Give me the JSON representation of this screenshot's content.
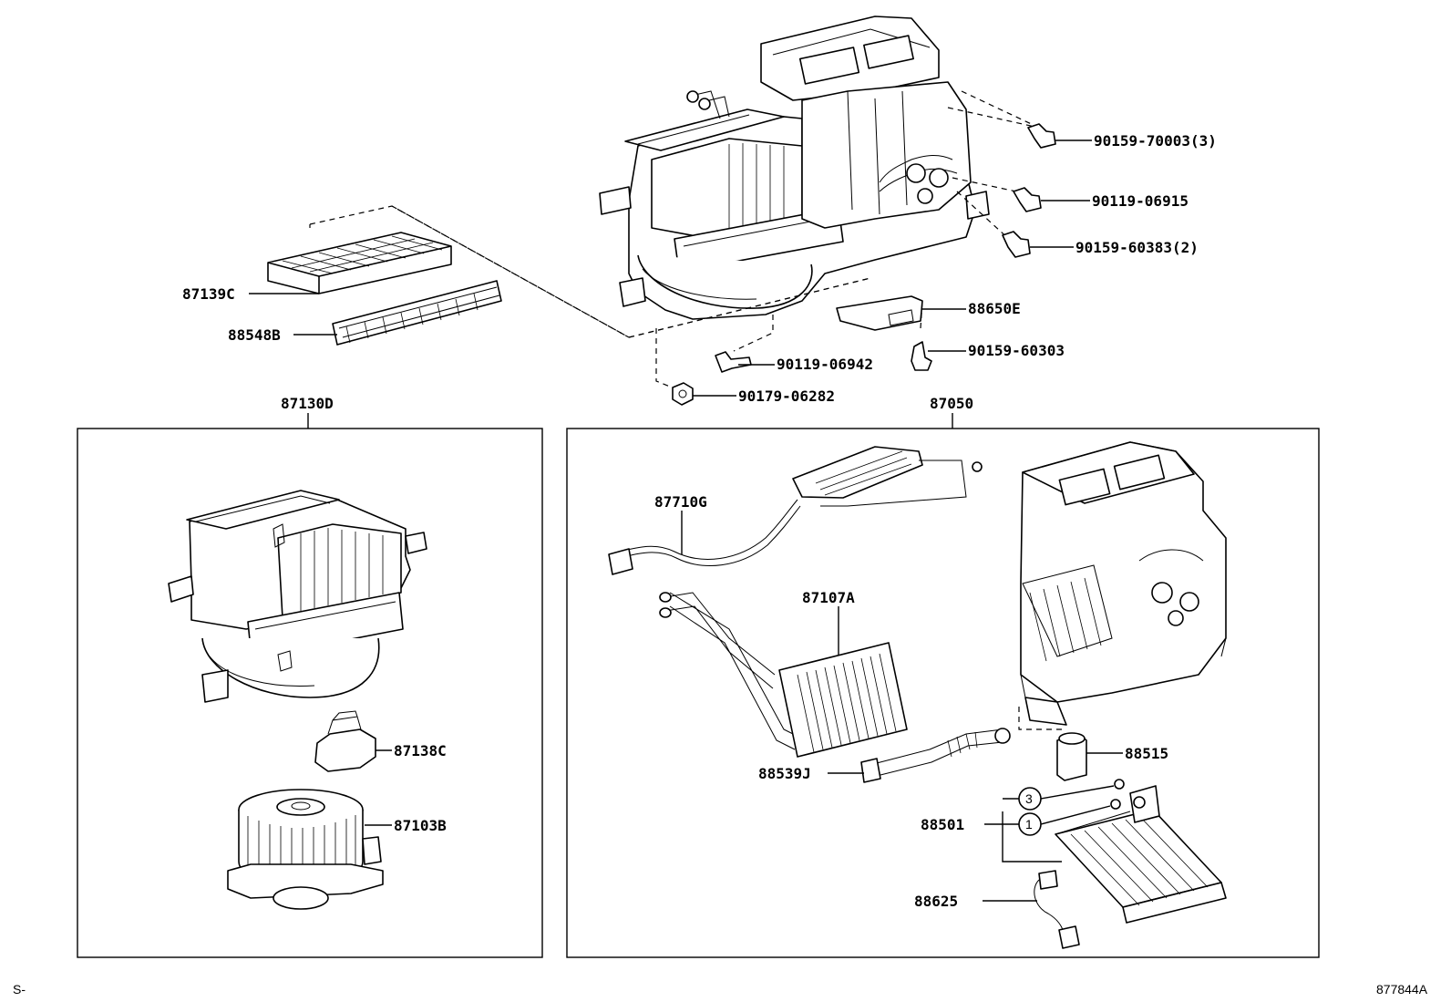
{
  "callouts": {
    "p90159_70003": "90159-70003(3)",
    "p90119_06915": "90119-06915",
    "p90159_60383": "90159-60383(2)",
    "p88650E": "88650E",
    "p90159_60303": "90159-60303",
    "p90119_06942": "90119-06942",
    "p90179_06282": "90179-06282",
    "p87139C": "87139C",
    "p88548B": "88548B",
    "p87130D": "87130D",
    "p87050": "87050",
    "p87710G": "87710G",
    "p87107A": "87107A",
    "p87138C": "87138C",
    "p87103B": "87103B",
    "p88539J": "88539J",
    "p88515": "88515",
    "p88501": "88501",
    "p88625": "88625",
    "n3": "3",
    "n1": "1"
  },
  "footer": {
    "left_mark": "S-",
    "diagram_code": "877844A"
  }
}
